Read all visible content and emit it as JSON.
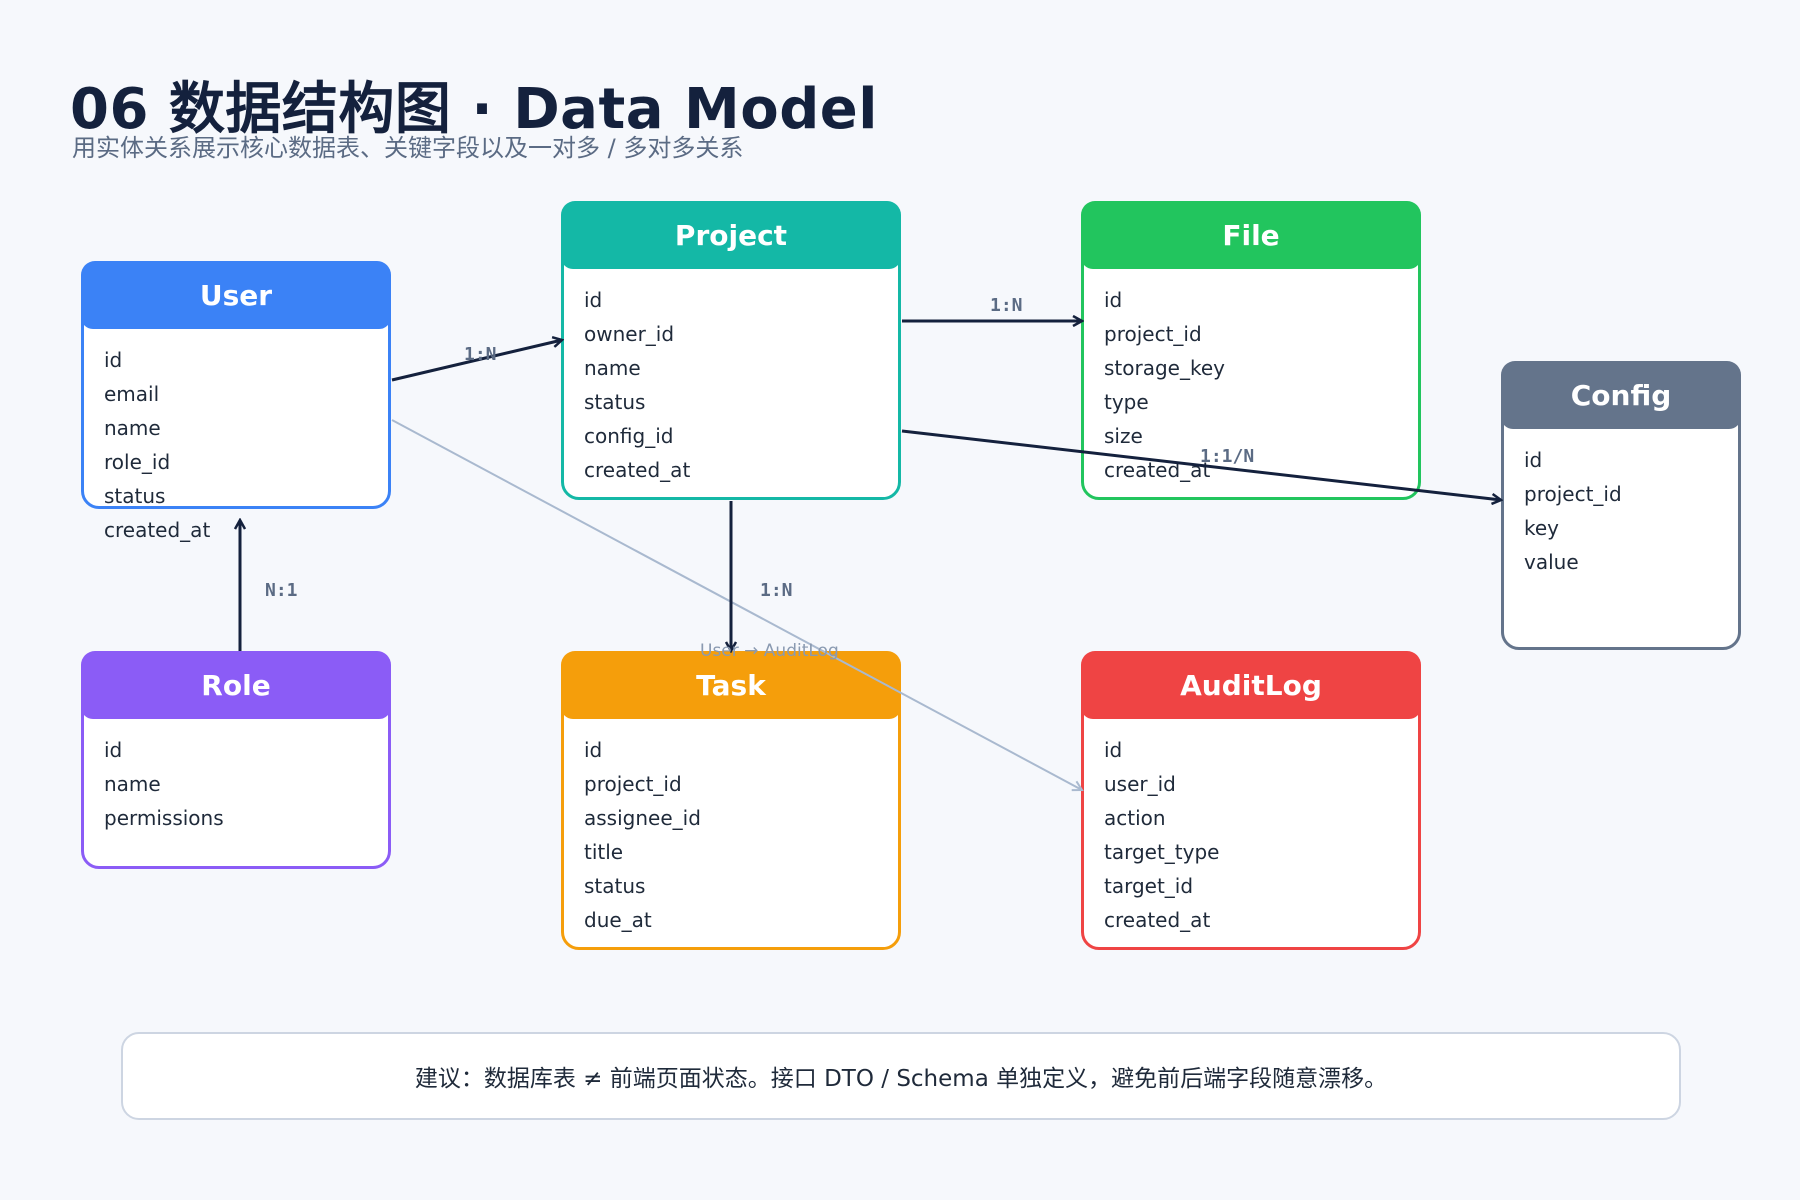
{
  "header": {
    "title": "06 数据结构图 · Data Model",
    "subtitle": "用实体关系展示核心数据表、关键字段以及一对多 / 多对多关系"
  },
  "entities": {
    "user": {
      "name": "User",
      "color": "#3b82f6",
      "fields": [
        "id",
        "email",
        "name",
        "role_id",
        "status",
        "created_at"
      ]
    },
    "project": {
      "name": "Project",
      "color": "#14b8a6",
      "fields": [
        "id",
        "owner_id",
        "name",
        "status",
        "config_id",
        "created_at"
      ]
    },
    "file": {
      "name": "File",
      "color": "#22c55e",
      "fields": [
        "id",
        "project_id",
        "storage_key",
        "type",
        "size",
        "created_at"
      ]
    },
    "config": {
      "name": "Config",
      "color": "#64748b",
      "fields": [
        "id",
        "project_id",
        "key",
        "value"
      ]
    },
    "role": {
      "name": "Role",
      "color": "#8b5cf6",
      "fields": [
        "id",
        "name",
        "permissions"
      ]
    },
    "task": {
      "name": "Task",
      "color": "#f59e0b",
      "fields": [
        "id",
        "project_id",
        "assignee_id",
        "title",
        "status",
        "due_at"
      ]
    },
    "auditlog": {
      "name": "AuditLog",
      "color": "#ef4444",
      "fields": [
        "id",
        "user_id",
        "action",
        "target_type",
        "target_id",
        "created_at"
      ]
    }
  },
  "relations": {
    "user_project": "1:N",
    "project_file": "1:N",
    "project_config": "1:1/N",
    "project_task": "1:N",
    "role_user": "N:1",
    "user_auditlog": "User → AuditLog"
  },
  "note": "建议：数据库表 ≠ 前端页面状态。接口 DTO / Schema 单独定义，避免前后端字段随意漂移。"
}
